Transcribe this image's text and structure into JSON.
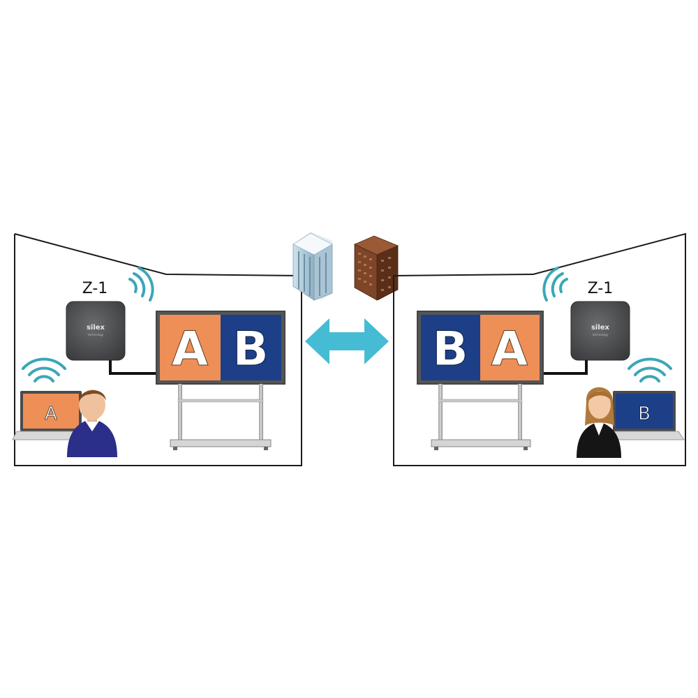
{
  "rooms": [
    {
      "device_label": "Z-1",
      "device_brand": "silex",
      "device_subtext": "technology",
      "screen": [
        "A",
        "B"
      ],
      "laptop_screen": "A"
    },
    {
      "device_label": "Z-1",
      "device_brand": "silex",
      "device_subtext": "technology",
      "screen": [
        "B",
        "A"
      ],
      "laptop_screen": "B"
    }
  ],
  "colors": {
    "orange": "#ee8f57",
    "blue": "#1d3f88",
    "wifi": "#3aa7b6",
    "arrow": "#45bcd3",
    "device": "#4a4b4d"
  }
}
